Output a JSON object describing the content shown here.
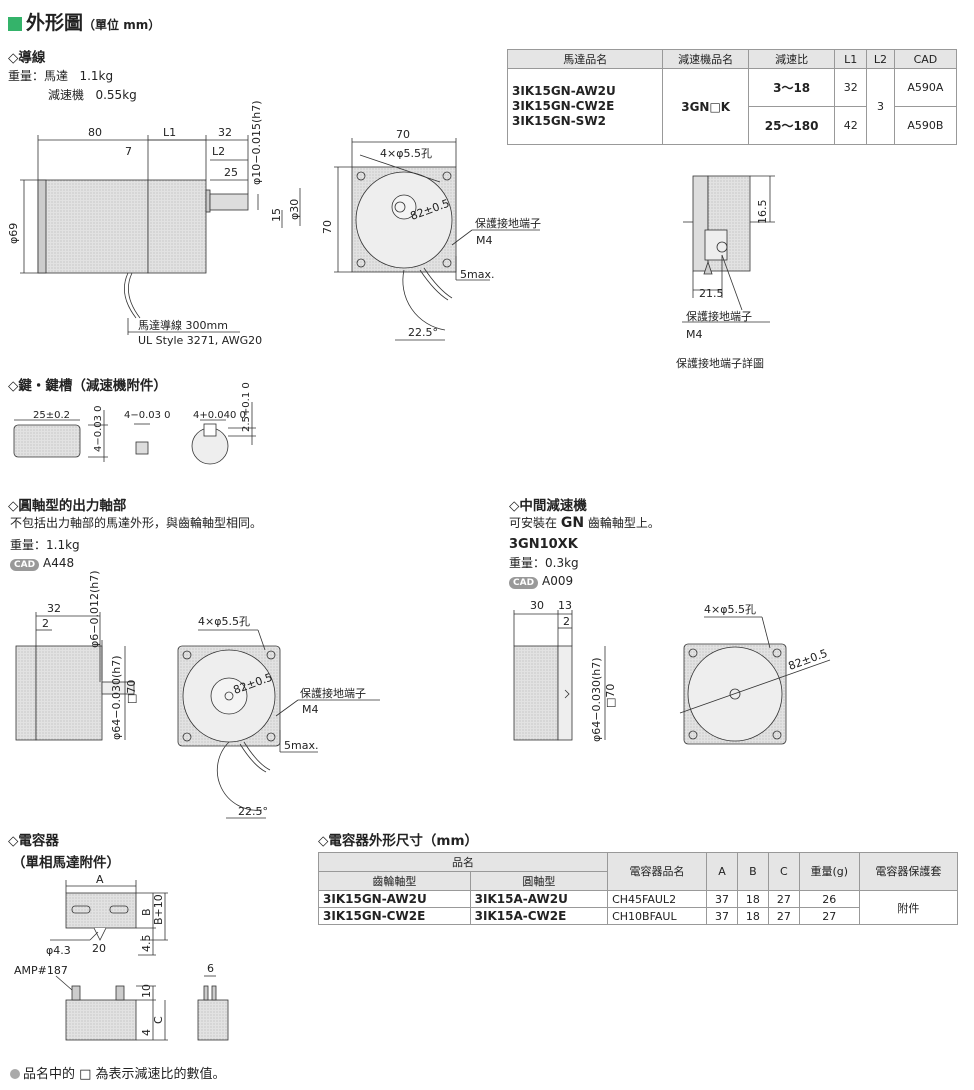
{
  "header": {
    "title": "外形圖",
    "unit": "（單位 mm）"
  },
  "leadwire": {
    "heading": "◇導線",
    "weight_label": "重量：馬達",
    "motor_weight": "1.1kg",
    "gear_label": "減速機",
    "gear_weight": "0.55kg",
    "dims": {
      "d80": "80",
      "dL1": "L1",
      "d32": "32",
      "d7": "7",
      "dL2": "L2",
      "d25": "25",
      "shaft": "φ10−0.015(h7)",
      "d15": "15",
      "d30": "φ30",
      "d69": "φ69",
      "d70w": "70",
      "d70h": "70",
      "holes": "4×φ5.5孔",
      "pcd": "82±0.5",
      "ground": "保護接地端子",
      "m4": "M4",
      "max5": "5max.",
      "ang": "22.5°",
      "lead1": "馬達導線 300mm",
      "lead2": "UL Style 3271, AWG20"
    }
  },
  "spec_table": {
    "headers": [
      "馬達品名",
      "減速機品名",
      "減速比",
      "L1",
      "L2",
      "CAD"
    ],
    "models": [
      "3IK15GN-AW2U",
      "3IK15GN-CW2E",
      "3IK15GN-SW2"
    ],
    "gearhead": "3GN□K",
    "ratio1": "3～18",
    "ratio2": "25～180",
    "l1a": "32",
    "l1b": "42",
    "l2": "3",
    "cad1": "A590A",
    "cad2": "A590B"
  },
  "ground_detail": {
    "d165": "16.5",
    "d215": "21.5",
    "label": "保護接地端子",
    "m4": "M4",
    "caption": "保護接地端子詳圖"
  },
  "key": {
    "heading": "◇鍵・鍵槽（減速機附件）",
    "d25": "25±0.2",
    "k1": "4−0.03 0",
    "k2": "4−0.03 0",
    "k3": "4+0.040 0",
    "k4": "2.5+0.1 0"
  },
  "round_shaft": {
    "heading": "◇圓軸型的出力軸部",
    "desc": "不包括出力軸部的馬達外形，與齒輪軸型相同。",
    "weight": "重量：1.1kg",
    "cad_badge": "CAD",
    "cad": "A448",
    "d32": "32",
    "d2": "2",
    "shaft": "φ6−0.012(h7)",
    "flange": "φ64−0.030(h7)",
    "sq": "□70",
    "holes": "4×φ5.5孔",
    "pcd": "82±0.5",
    "ground": "保護接地端子",
    "m4": "M4",
    "max5": "5max.",
    "ang": "22.5°"
  },
  "intermediate": {
    "heading": "◇中間減速機",
    "desc_pre": "可安裝在",
    "desc_gn": "GN",
    "desc_post": "齒輪軸型上。",
    "model": "3GN10XK",
    "weight": "重量：0.3kg",
    "cad_badge": "CAD",
    "cad": "A009",
    "d30": "30",
    "d13": "13",
    "d2": "2",
    "flange": "φ64−0.030(h7)",
    "sq": "□70",
    "holes": "4×φ5.5孔",
    "pcd": "82±0.5"
  },
  "capacitor": {
    "heading": "◇電容器",
    "sub": "（單相馬達附件）",
    "dA": "A",
    "dB": "B",
    "dB10": "B+10",
    "d43": "φ4.3",
    "d20": "20",
    "d45": "4.5",
    "amp": "AMP#187",
    "d10": "10",
    "d6": "6",
    "dC": "C",
    "d4": "4"
  },
  "cap_table": {
    "heading": "◇電容器外形尺寸（mm）",
    "h_name": "品名",
    "h_gear": "齒輪軸型",
    "h_round": "圓軸型",
    "h_cap": "電容器品名",
    "h_a": "A",
    "h_b": "B",
    "h_c": "C",
    "h_w": "重量(g)",
    "h_cover": "電容器保護套",
    "rows": [
      {
        "gear": "3IK15GN-AW2U",
        "round": "3IK15A-AW2U",
        "cap": "CH45FAUL2",
        "a": "37",
        "b": "18",
        "c": "27",
        "w": "26"
      },
      {
        "gear": "3IK15GN-CW2E",
        "round": "3IK15A-CW2E",
        "cap": "CH10BFAUL",
        "a": "37",
        "b": "18",
        "c": "27",
        "w": "27"
      }
    ],
    "cover": "附件"
  },
  "footnote": "品名中的 □ 為表示減速比的數值。"
}
